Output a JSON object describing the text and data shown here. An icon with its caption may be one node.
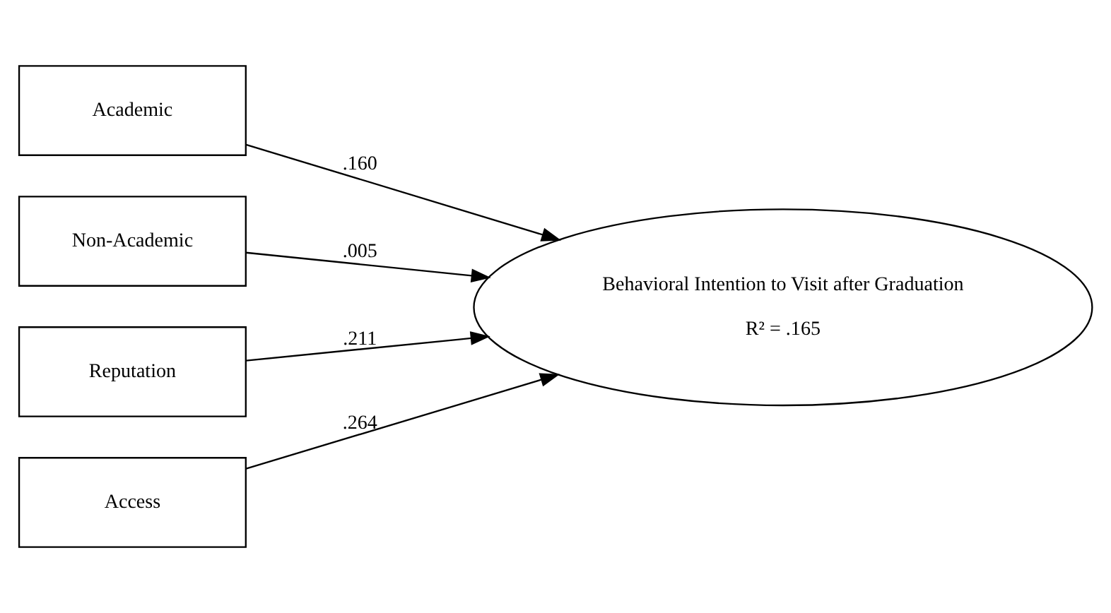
{
  "diagram": {
    "nodes": [
      {
        "text": [
          "Academic"
        ]
      },
      {
        "text": [
          "Non-Academic"
        ]
      },
      {
        "text": [
          "Reputation"
        ]
      },
      {
        "text": [
          "Access"
        ]
      },
      {
        "text": [
          "Behavioral Intention to Visit after Graduation",
          "R² = .165"
        ]
      }
    ],
    "edges": [
      {
        "from": 0,
        "to": 4,
        "arrow": "to",
        "label": ".160"
      },
      {
        "from": 1,
        "to": 4,
        "arrow": "to",
        "label": ".005"
      },
      {
        "from": 2,
        "to": 4,
        "arrow": "to",
        "label": ".211"
      },
      {
        "from": 3,
        "to": 4,
        "arrow": "to",
        "label": ".264"
      }
    ]
  }
}
